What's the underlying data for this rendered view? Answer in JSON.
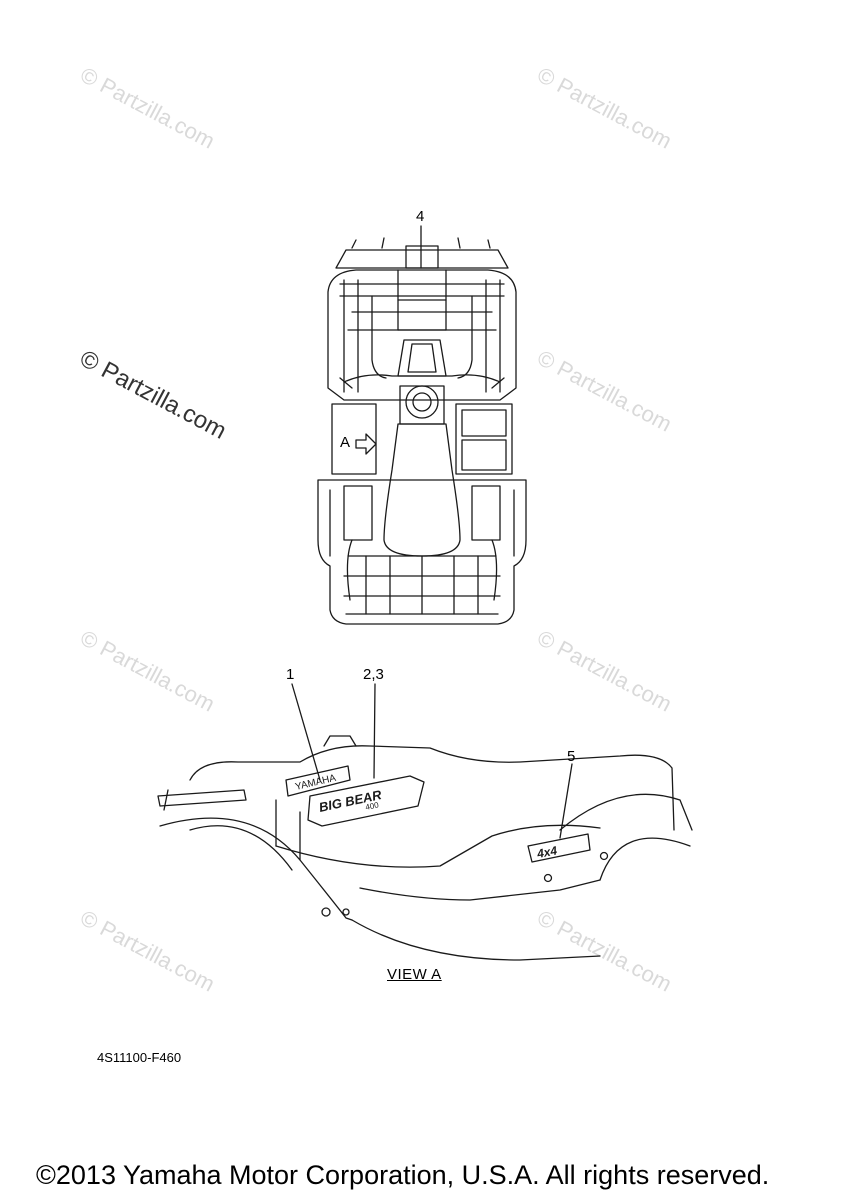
{
  "watermark": "© Partzilla.com",
  "callouts": {
    "c1": "1",
    "c23": "2,3",
    "c4": "4",
    "c5": "5",
    "viewArrow": "A"
  },
  "decals": {
    "yamaha": "YAMAHA",
    "model": "BIG BEAR",
    "model_sub": "400",
    "badge": "4x4"
  },
  "view_label": "VIEW A",
  "part_code": "4S11100-F460",
  "copyright": "©2013 Yamaha Motor Corporation, U.S.A. All rights reserved.",
  "colors": {
    "line": "#1a1a1a",
    "watermark": "#d9d9d9"
  }
}
